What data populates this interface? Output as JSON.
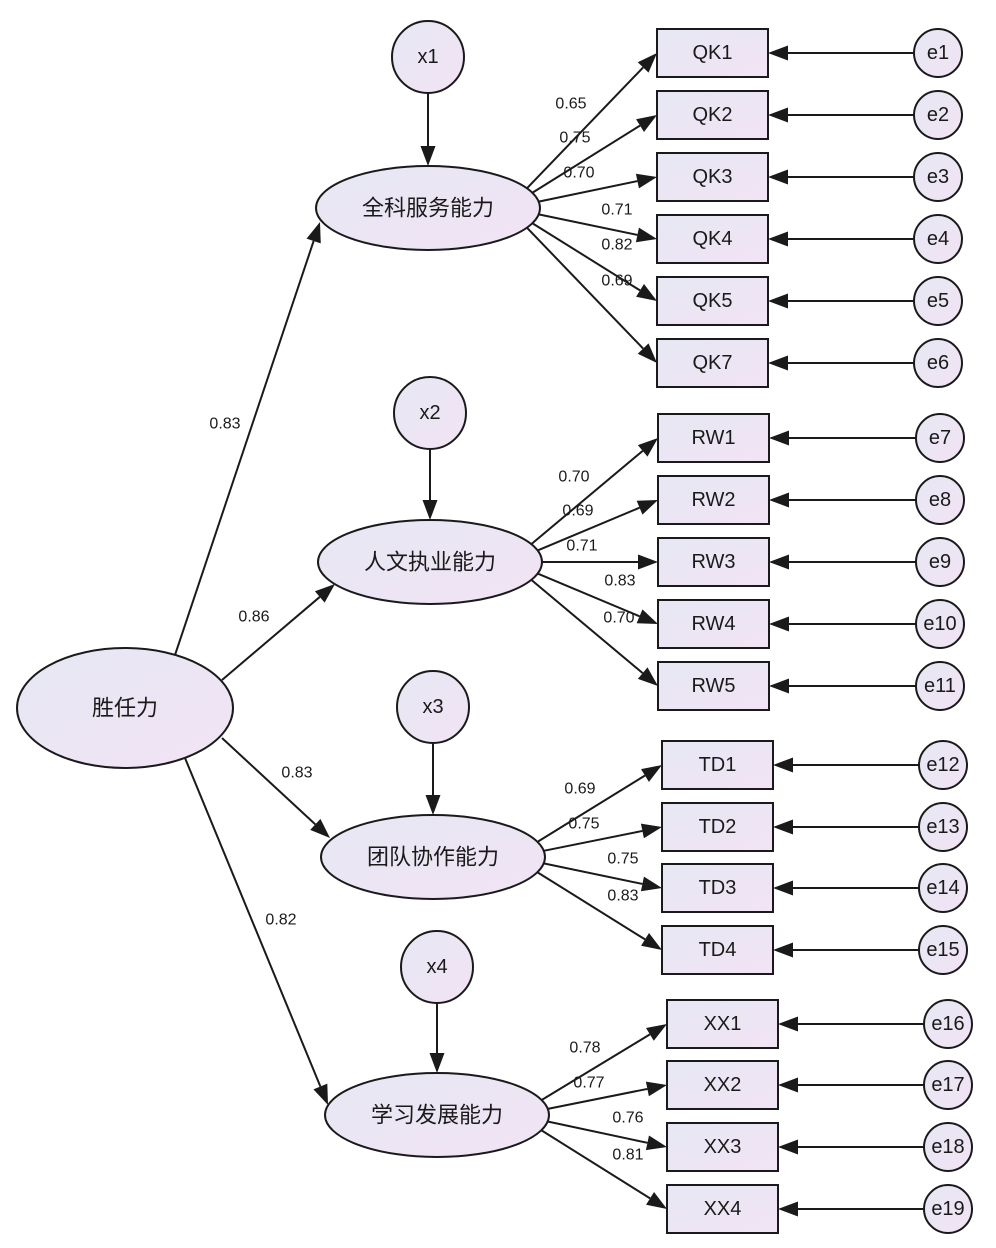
{
  "root": {
    "label": "胜任力"
  },
  "factors": [
    {
      "label": "全科服务能力",
      "disturbance": "x1",
      "path_coef": "0.83",
      "indicators": [
        {
          "label": "QK1",
          "error": "e1",
          "loading": "0.65"
        },
        {
          "label": "QK2",
          "error": "e2",
          "loading": "0.75"
        },
        {
          "label": "QK3",
          "error": "e3",
          "loading": "0.70"
        },
        {
          "label": "QK4",
          "error": "e4",
          "loading": "0.71"
        },
        {
          "label": "QK5",
          "error": "e5",
          "loading": "0.82"
        },
        {
          "label": "QK7",
          "error": "e6",
          "loading": "0.69"
        }
      ]
    },
    {
      "label": "人文执业能力",
      "disturbance": "x2",
      "path_coef": "0.86",
      "indicators": [
        {
          "label": "RW1",
          "error": "e7",
          "loading": "0.70"
        },
        {
          "label": "RW2",
          "error": "e8",
          "loading": "0.69"
        },
        {
          "label": "RW3",
          "error": "e9",
          "loading": "0.71"
        },
        {
          "label": "RW4",
          "error": "e10",
          "loading": "0.83"
        },
        {
          "label": "RW5",
          "error": "e11",
          "loading": "0.70"
        }
      ]
    },
    {
      "label": "团队协作能力",
      "disturbance": "x3",
      "path_coef": "0.83",
      "indicators": [
        {
          "label": "TD1",
          "error": "e12",
          "loading": "0.69"
        },
        {
          "label": "TD2",
          "error": "e13",
          "loading": "0.75"
        },
        {
          "label": "TD3",
          "error": "e14",
          "loading": "0.75"
        },
        {
          "label": "TD4",
          "error": "e15",
          "loading": "0.83"
        }
      ]
    },
    {
      "label": "学习发展能力",
      "disturbance": "x4",
      "path_coef": "0.82",
      "indicators": [
        {
          "label": "XX1",
          "error": "e16",
          "loading": "0.78"
        },
        {
          "label": "XX2",
          "error": "e17",
          "loading": "0.77"
        },
        {
          "label": "XX3",
          "error": "e18",
          "loading": "0.76"
        },
        {
          "label": "XX4",
          "error": "e19",
          "loading": "0.81"
        }
      ]
    }
  ],
  "colors": {
    "stroke": "#1a1a1a",
    "fill_start": "#e6e8f3",
    "fill_end": "#f2e3f5",
    "background": "#ffffff"
  }
}
